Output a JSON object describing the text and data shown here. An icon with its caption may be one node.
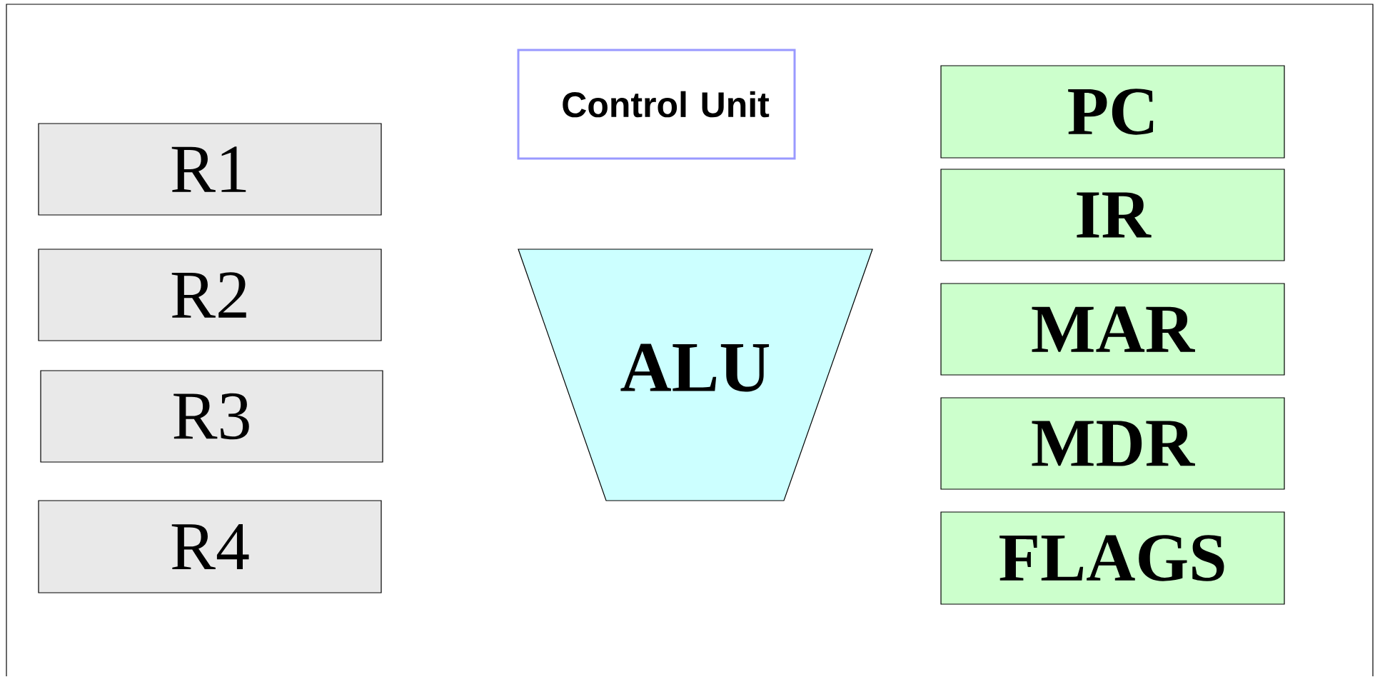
{
  "diagram": {
    "nodes": [
      {
        "text": [
          "R1"
        ]
      },
      {
        "text": [
          "R2"
        ]
      },
      {
        "text": [
          "R3"
        ]
      },
      {
        "text": [
          "R4"
        ]
      },
      {
        "text": [
          "Control Unit"
        ]
      },
      {
        "text": [
          "ALU"
        ]
      },
      {
        "text": [
          "PC"
        ]
      },
      {
        "text": [
          "IR"
        ]
      },
      {
        "text": [
          "MAR"
        ]
      },
      {
        "text": [
          "MDR"
        ]
      },
      {
        "text": [
          "FLAGS"
        ]
      }
    ]
  }
}
